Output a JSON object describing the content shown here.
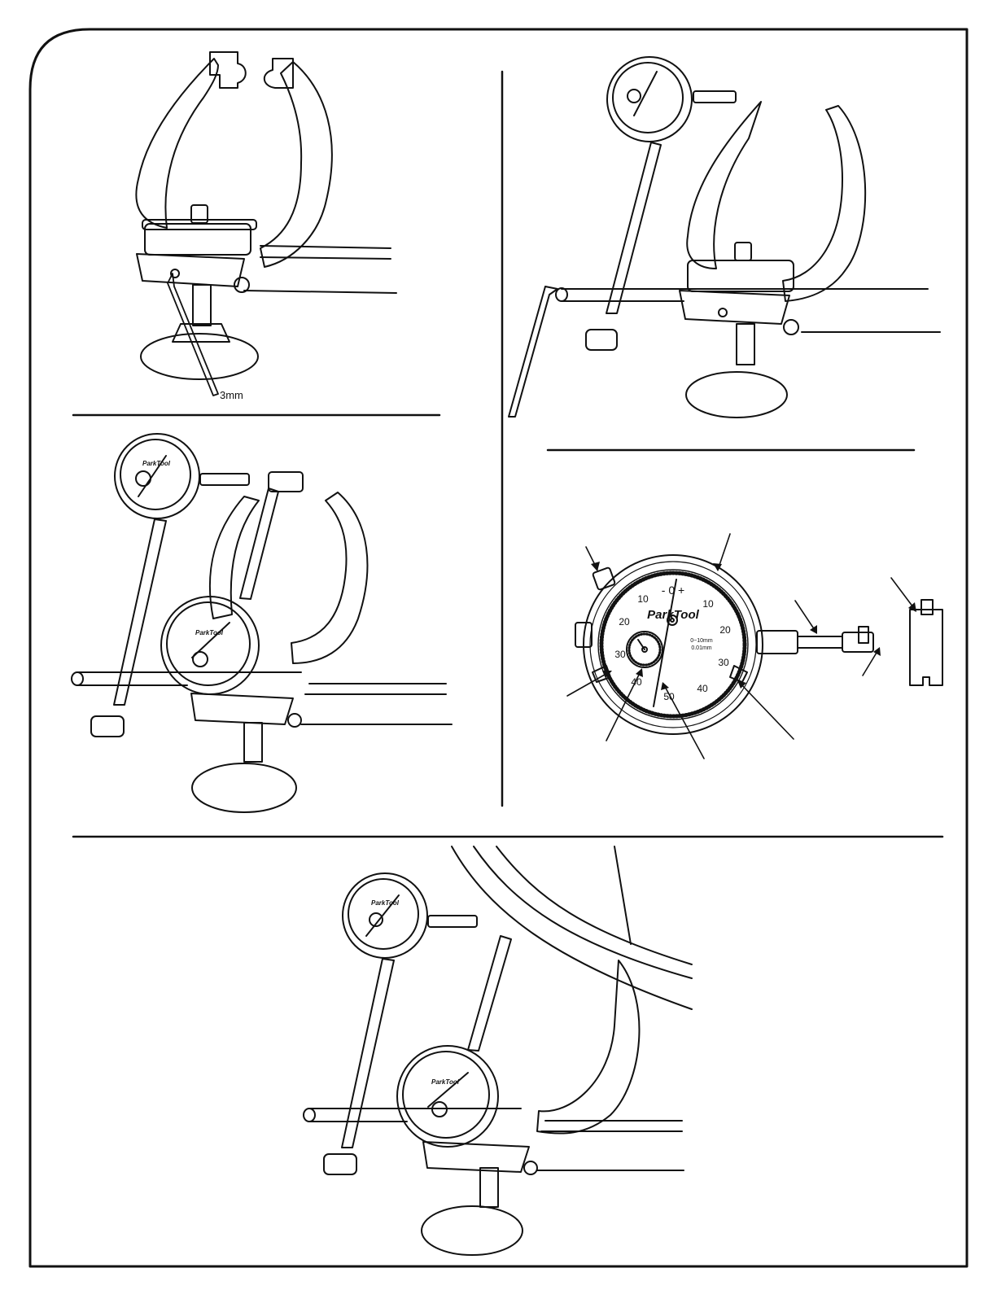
{
  "colors": {
    "ink": "#111111",
    "paper": "#ffffff",
    "dial_face": "#ffffff"
  },
  "figures": [
    {
      "id": "fig-1",
      "tool_label": "3mm"
    },
    {
      "id": "fig-2"
    },
    {
      "id": "fig-3",
      "gauge_brand": "ParkTool"
    },
    {
      "id": "fig-4"
    },
    {
      "id": "fig-5",
      "gauge_brand": "ParkTool",
      "dial_scale": [
        "10",
        "20",
        "30",
        "40",
        "50",
        "40",
        "30",
        "20",
        "10"
      ],
      "dial_top": "- 0 +",
      "dial_range": "0~10mm",
      "dial_resolution": "0.01mm"
    }
  ]
}
